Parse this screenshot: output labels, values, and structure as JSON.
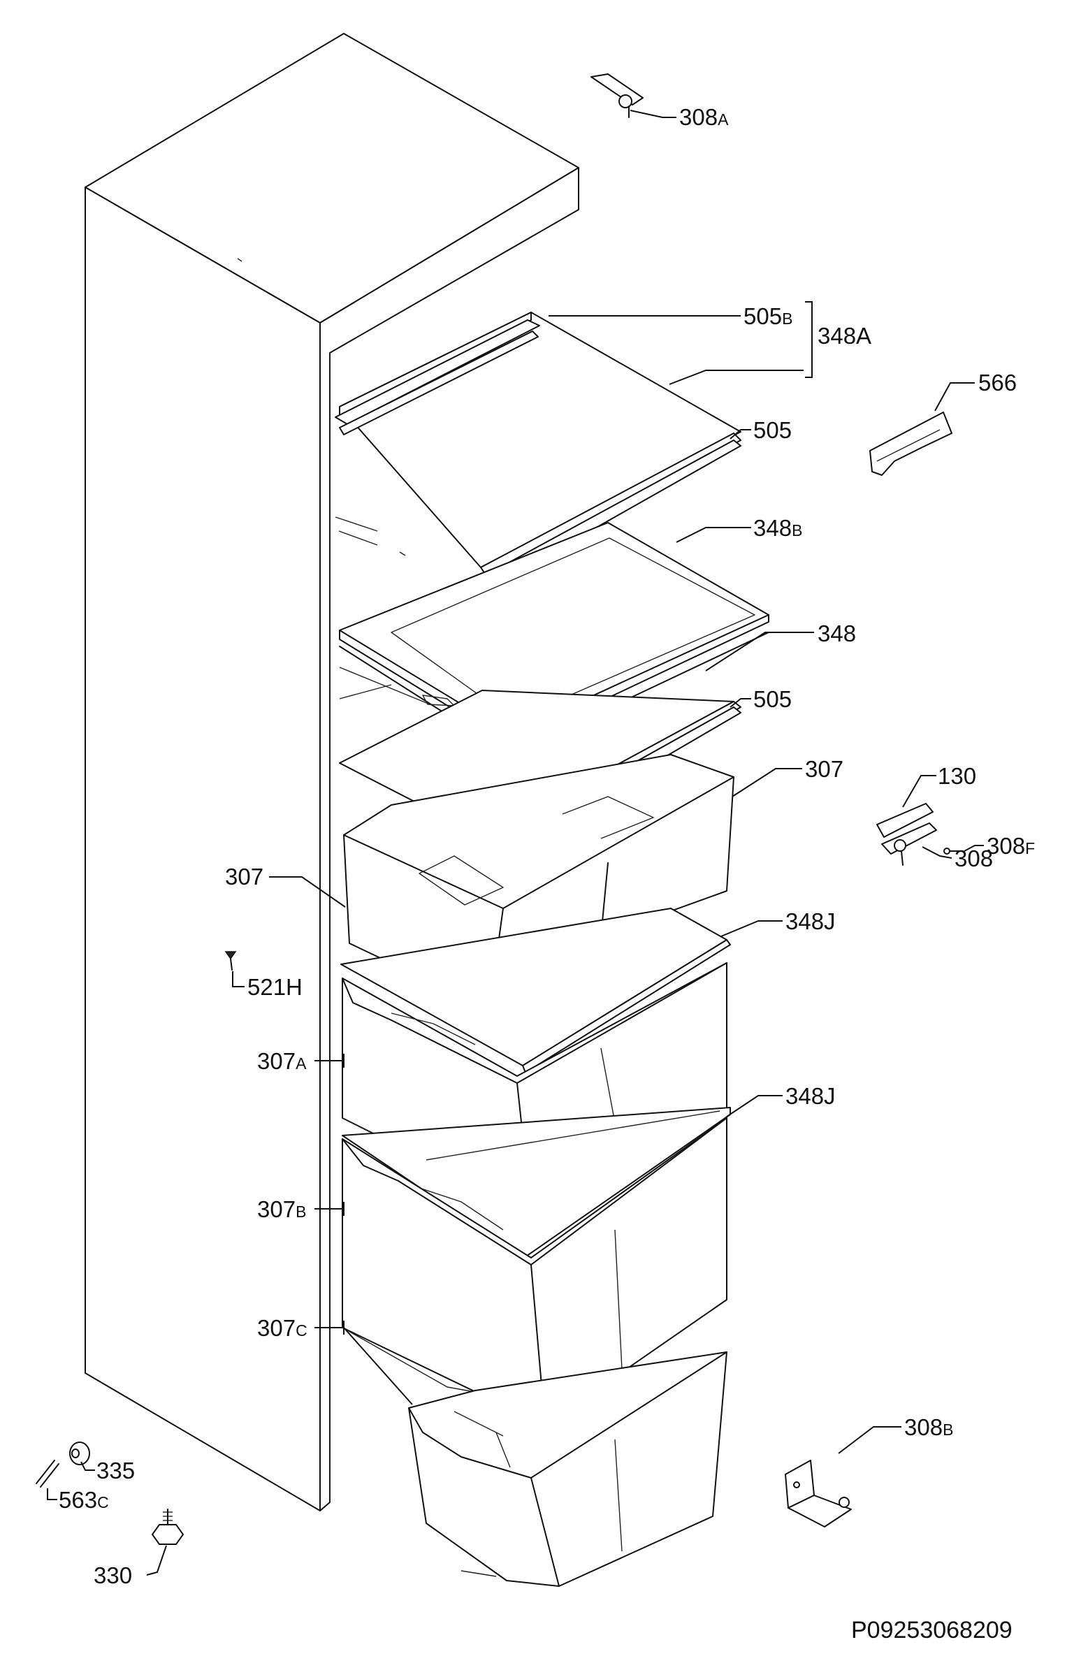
{
  "labels": {
    "l308A": {
      "num": "308",
      "suf": "A"
    },
    "l505B": {
      "num": "505",
      "suf": "B"
    },
    "l348A": {
      "num": "348A",
      "suf": ""
    },
    "l566": {
      "num": "566",
      "suf": ""
    },
    "l505a": {
      "num": "505",
      "suf": ""
    },
    "l348B": {
      "num": "348",
      "suf": "B"
    },
    "l348": {
      "num": "348",
      "suf": ""
    },
    "l505b": {
      "num": "505",
      "suf": ""
    },
    "l307r": {
      "num": "307",
      "suf": ""
    },
    "l130": {
      "num": "130",
      "suf": ""
    },
    "l308F": {
      "num": "308",
      "suf": "F"
    },
    "l308": {
      "num": "308",
      "suf": ""
    },
    "l307l": {
      "num": "307",
      "suf": ""
    },
    "l348Ja": {
      "num": "348J",
      "suf": ""
    },
    "l521H": {
      "num": "521H",
      "suf": ""
    },
    "l307A": {
      "num": "307",
      "suf": "A"
    },
    "l348Jb": {
      "num": "348J",
      "suf": ""
    },
    "l307B": {
      "num": "307",
      "suf": "B"
    },
    "l307C": {
      "num": "307",
      "suf": "C"
    },
    "l308B": {
      "num": "308",
      "suf": "B"
    },
    "l335": {
      "num": "335",
      "suf": ""
    },
    "l563C": {
      "num": "563",
      "suf": "C"
    },
    "l330": {
      "num": "330",
      "suf": ""
    }
  },
  "drawing_code": "P09253068209"
}
